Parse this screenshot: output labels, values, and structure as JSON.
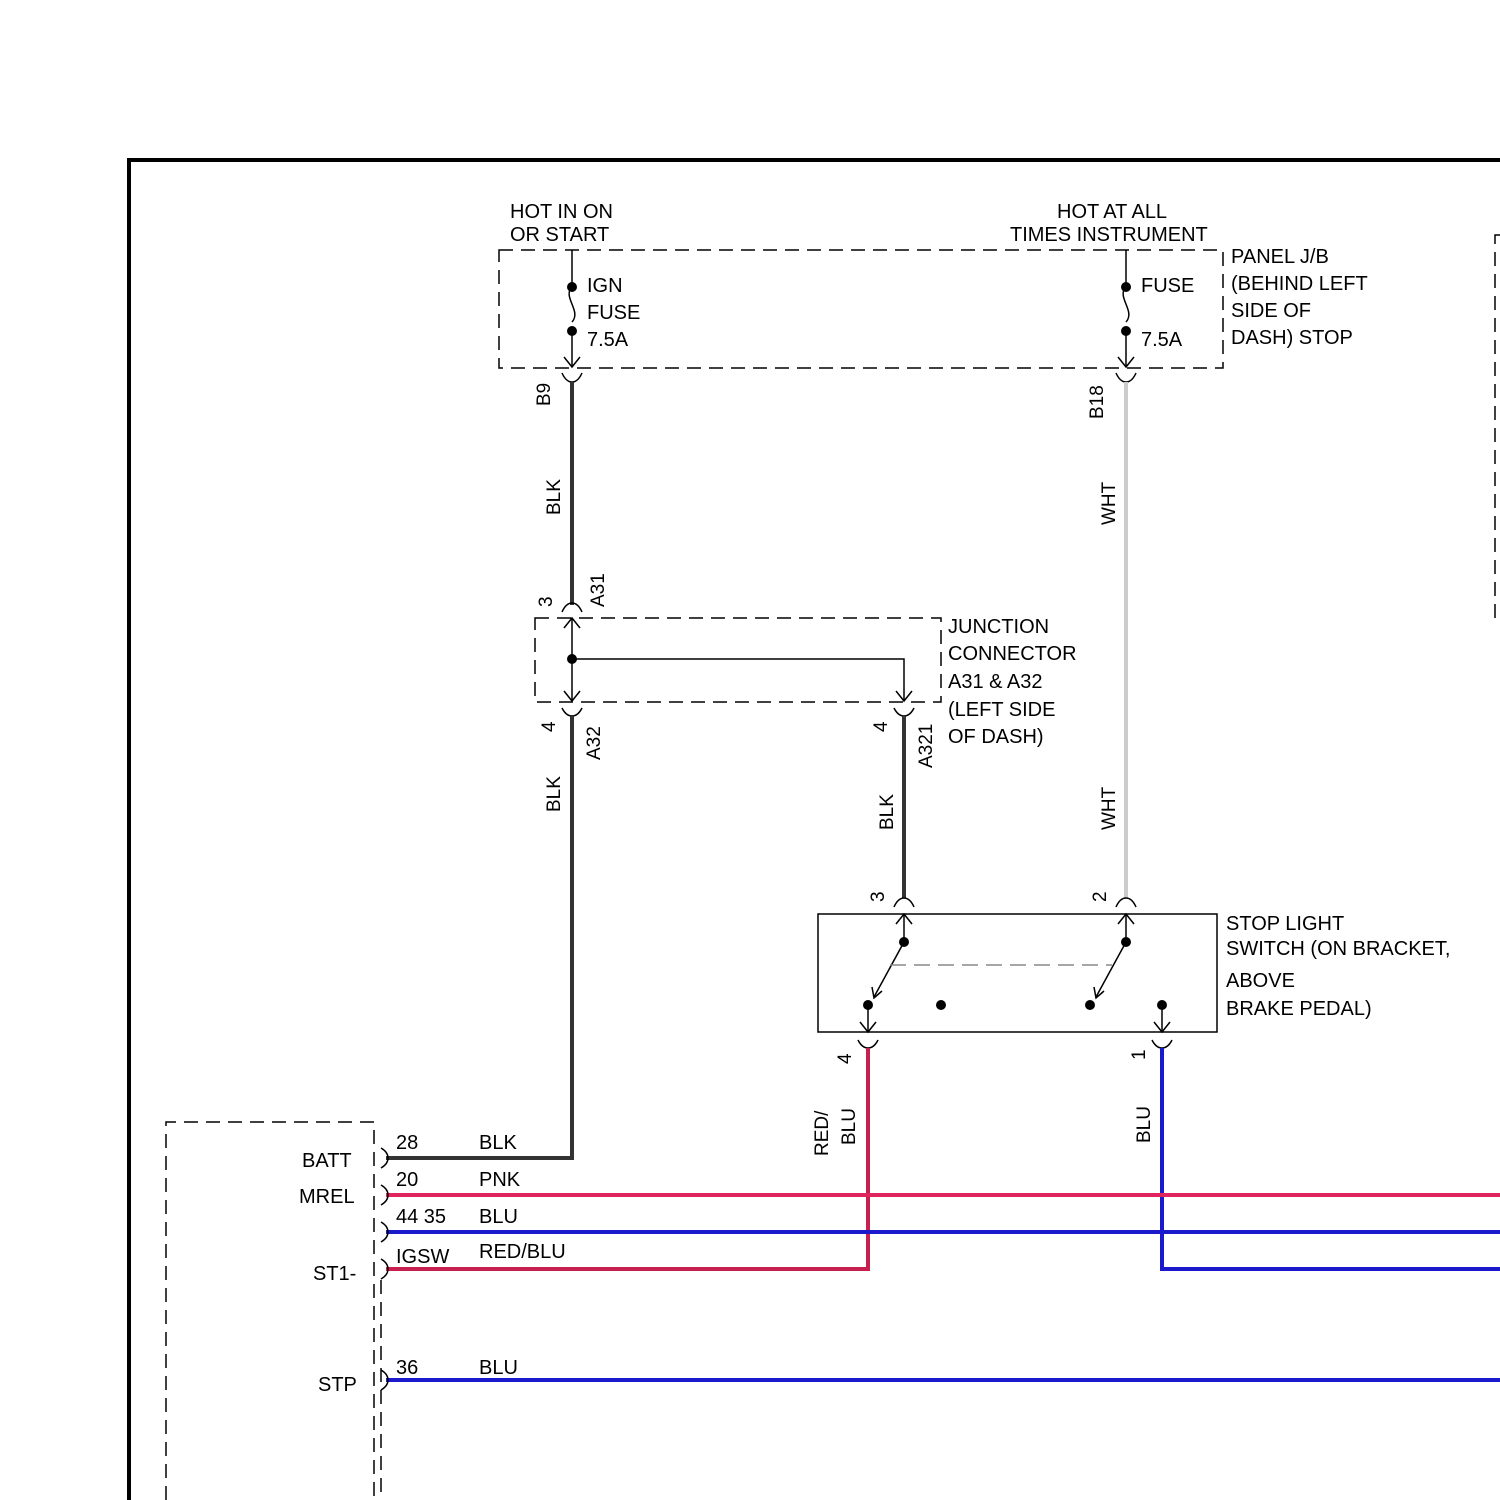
{
  "power_sources": {
    "ign": {
      "line1": "HOT IN ON",
      "line2": "OR START"
    },
    "batt": {
      "line1": "HOT AT ALL",
      "line2": "TIMES INSTRUMENT"
    }
  },
  "panel_jb": {
    "lines": [
      "PANEL J/B",
      "(BEHIND LEFT",
      "SIDE OF",
      "DASH) STOP"
    ]
  },
  "fuses": {
    "ign": {
      "name1": "IGN",
      "name2": "FUSE",
      "rating": "7.5A"
    },
    "stop": {
      "name": "FUSE",
      "rating": "7.5A"
    }
  },
  "pins": {
    "b9": "B9",
    "b18": "B18",
    "a31_pin": "3",
    "a31": "A31",
    "a32_pin": "4",
    "a32": "A32",
    "a321_pin": "4",
    "a321": "A321",
    "sw_pin3": "3",
    "sw_pin2": "2",
    "sw_pin4": "4",
    "sw_pin1": "1"
  },
  "wires": {
    "blk_top": "BLK",
    "wht_top": "WHT",
    "blk_mid": "BLK",
    "blk_mid2": "BLK",
    "wht_mid": "WHT",
    "red_blu_1": "RED/",
    "red_blu_2": "BLU",
    "blu_sw": "BLU"
  },
  "junction": {
    "lines": [
      "JUNCTION",
      "CONNECTOR",
      "A31 & A32",
      "(LEFT SIDE",
      "OF DASH)"
    ]
  },
  "stop_switch": {
    "lines": [
      "STOP LIGHT",
      "SWITCH (ON BRACKET,",
      "ABOVE",
      "BRAKE PEDAL)"
    ]
  },
  "ecm_pins": [
    {
      "name": "BATT",
      "pin": "28",
      "color": "BLK"
    },
    {
      "name": "MREL",
      "pin": "20",
      "color": "PNK"
    },
    {
      "name": "",
      "pin": "44 35",
      "color": "BLU"
    },
    {
      "name": "ST1-",
      "pin": "IGSW",
      "color": "RED/BLU"
    },
    {
      "name": "STP",
      "pin": "36",
      "color": "BLU"
    }
  ],
  "colors": {
    "blk": "#333333",
    "wht": "#cccccc",
    "pnk": "#e0245e",
    "blu": "#1a1acc",
    "red_blu": "#c8204e"
  }
}
